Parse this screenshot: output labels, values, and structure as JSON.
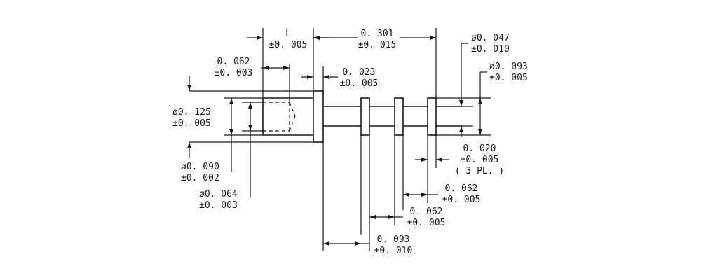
{
  "drawing": {
    "stroke_color": "#1a1a1a",
    "background": "#ffffff",
    "dims": {
      "len_L": [
        "L",
        "±0. 005"
      ],
      "len_301": [
        "0. 301",
        "±0. 015"
      ],
      "dia_047": [
        "ø0. 047",
        "±0. 010"
      ],
      "dia_093": [
        "ø0. 093",
        "±0. 005"
      ],
      "len_062_top": [
        "0. 062",
        "±0. 003"
      ],
      "len_023": [
        "0. 023",
        "±0. 005"
      ],
      "dia_125": [
        "ø0. 125",
        "±0. 005"
      ],
      "dia_090": [
        "ø0. 090",
        "±0. 002"
      ],
      "dia_064": [
        "ø0. 064",
        "±0. 003"
      ],
      "len_020": [
        "0. 020",
        "±0. 005",
        "( 3 PL. )"
      ],
      "len_062_r": [
        "0. 062",
        "±0. 005"
      ],
      "len_062_c": [
        "0. 062",
        "±0. 005"
      ],
      "len_093_b": [
        "0. 093",
        "±0. 010"
      ]
    }
  }
}
